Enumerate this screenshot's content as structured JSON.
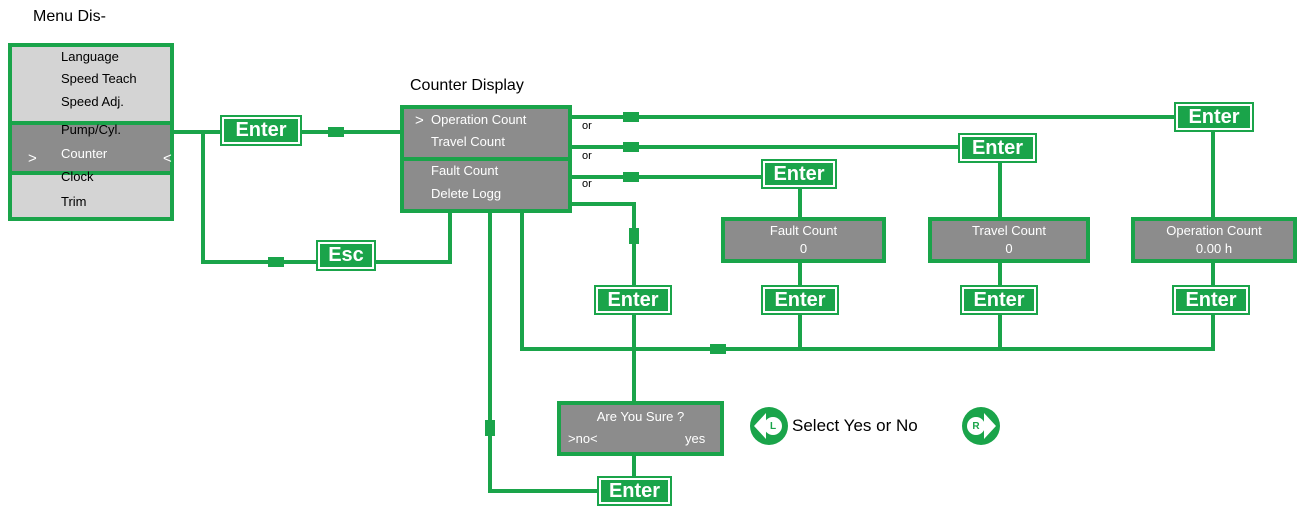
{
  "titles": {
    "menu": "Menu Dis-",
    "counter": "Counter Display"
  },
  "menu": {
    "items": [
      "Language",
      "Speed Teach",
      "Speed Adj.",
      "Pump/Cyl.",
      "Counter",
      "Clock",
      "Trim"
    ],
    "cursor_left": ">",
    "cursor_right": "<"
  },
  "counter": {
    "cursor": ">",
    "items": [
      "Operation Count",
      "Travel  Count",
      "Fault  Count",
      "Delete Logg"
    ]
  },
  "or_label": "or",
  "keys": {
    "enter": "Enter",
    "esc": "Esc"
  },
  "results": {
    "fault": {
      "label": "Fault Count",
      "value": "0"
    },
    "travel": {
      "label": "Travel Count",
      "value": "0"
    },
    "operation": {
      "label": "Operation Count",
      "value": "0.00 h"
    }
  },
  "confirm": {
    "question": "Are You Sure ?",
    "no": ">no<",
    "yes": "yes"
  },
  "select": {
    "text": "Select Yes or No",
    "left_key": "L",
    "right_key": "R"
  },
  "colors": {
    "green": "#1aa44a",
    "panel_gray": "#8c8c8c",
    "menu_gray": "#d4d4d4"
  }
}
